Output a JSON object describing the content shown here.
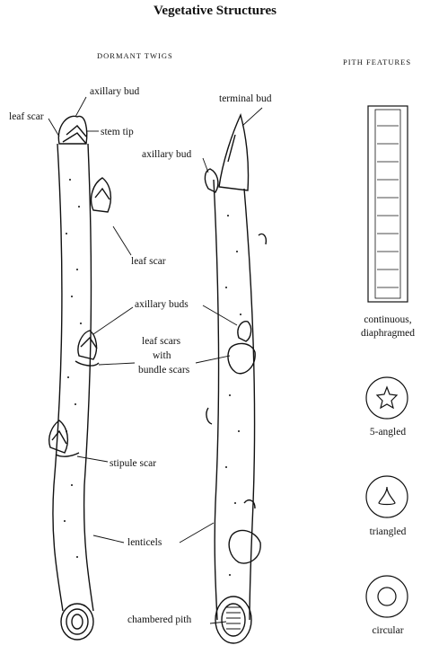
{
  "title": "Vegetative Structures",
  "sections": {
    "twigs": "DORMANT TWIGS",
    "pith": "PITH FEATURES"
  },
  "twig_labels": {
    "axillary_bud_1": "axillary bud",
    "leaf_scar_1": "leaf scar",
    "stem_tip": "stem tip",
    "terminal_bud": "terminal bud",
    "axillary_bud_2": "axillary bud",
    "leaf_scar_2": "leaf scar",
    "axillary_buds": "axillary buds",
    "leaf_scars_with": "leaf scars",
    "with": "with",
    "bundle_scars": "bundle scars",
    "stipule_scar": "stipule scar",
    "lenticels": "lenticels",
    "chambered_pith": "chambered pith"
  },
  "pith_labels": {
    "continuous_1": "continuous,",
    "continuous_2": "diaphragmed",
    "five_angled": "5-angled",
    "triangled": "triangled",
    "circular": "circular"
  }
}
